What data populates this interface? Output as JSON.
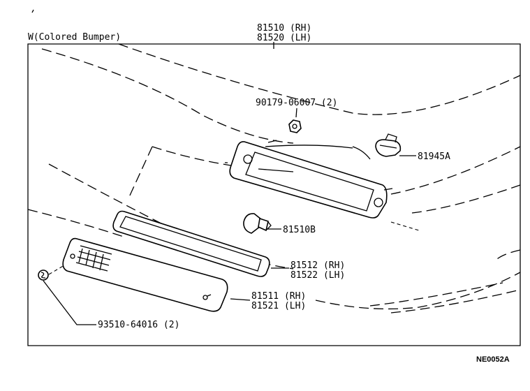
{
  "header_note": "W(Colored Bumper)",
  "diagram_code": "NE0052A",
  "parts": {
    "lamp_assy": {
      "line1": "81510 (RH)",
      "line2": "81520 (LH)"
    },
    "nut": {
      "text": "90179-06007 (2)"
    },
    "socket": {
      "text": "81945A"
    },
    "bulb": {
      "text": "81510B"
    },
    "gasket": {
      "line1": "81512 (RH)",
      "line2": "81522 (LH)"
    },
    "lens": {
      "line1": "81511 (RH)",
      "line2": "81521 (LH)"
    },
    "screw": {
      "text": "93510-64016 (2)"
    }
  }
}
